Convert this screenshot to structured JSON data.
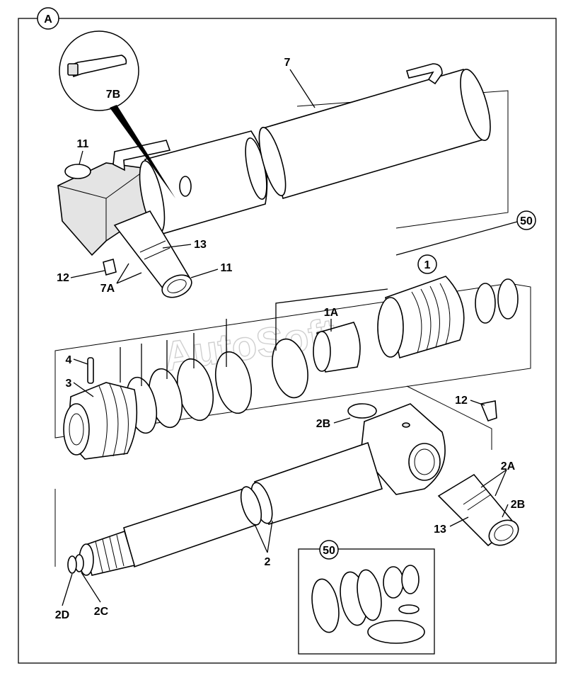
{
  "frame": {
    "section_letter": "A"
  },
  "inset_top": {
    "label": "7B"
  },
  "inset_seals": {
    "kit_number": "50"
  },
  "kit_callout": {
    "number": "50"
  },
  "watermark": "AutoSoft",
  "labels": {
    "l7": "7",
    "l11a": "11",
    "l11b": "11",
    "l13a": "13",
    "l12a": "12",
    "l7A": "7A",
    "l1": "1",
    "l1A": "1A",
    "l4": "4",
    "l3": "3",
    "l12b": "12",
    "l2B_top": "2B",
    "l2A": "2A",
    "l2B_bot": "2B",
    "l13b": "13",
    "l2": "2",
    "l2D": "2D",
    "l2C": "2C"
  }
}
